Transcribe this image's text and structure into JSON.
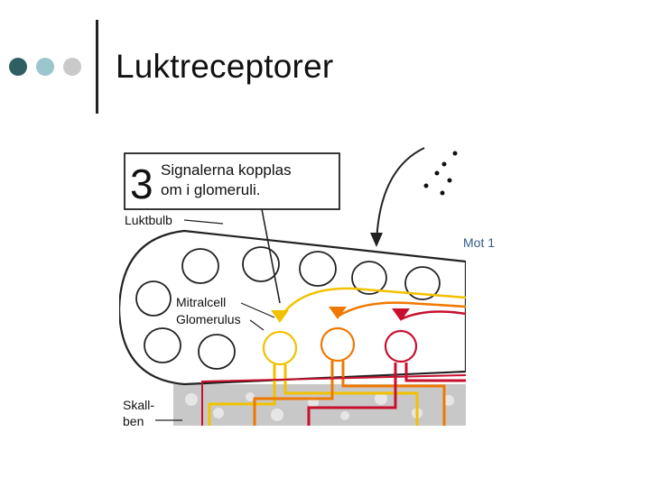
{
  "slide": {
    "title": "Luktreceptorer",
    "side_note": "Mot 1"
  },
  "figure": {
    "step_number": "3",
    "callout_line1": "Signalerna kopplas",
    "callout_line2": "om i glomeruli.",
    "labels": {
      "bulb": "Luktbulb",
      "mitral": "Mitralcell",
      "glomerulus": "Glomerulus",
      "skull_line1": "Skall-",
      "skull_line2": "ben"
    }
  },
  "colors": {
    "dot_dark": "#2f5f63",
    "dot_light": "#9bc6cd",
    "dot_gray": "#c9c9c9",
    "yellow": "#f2c200",
    "orange": "#f07800",
    "red": "#c8102e",
    "note_blue": "#355b8a"
  }
}
